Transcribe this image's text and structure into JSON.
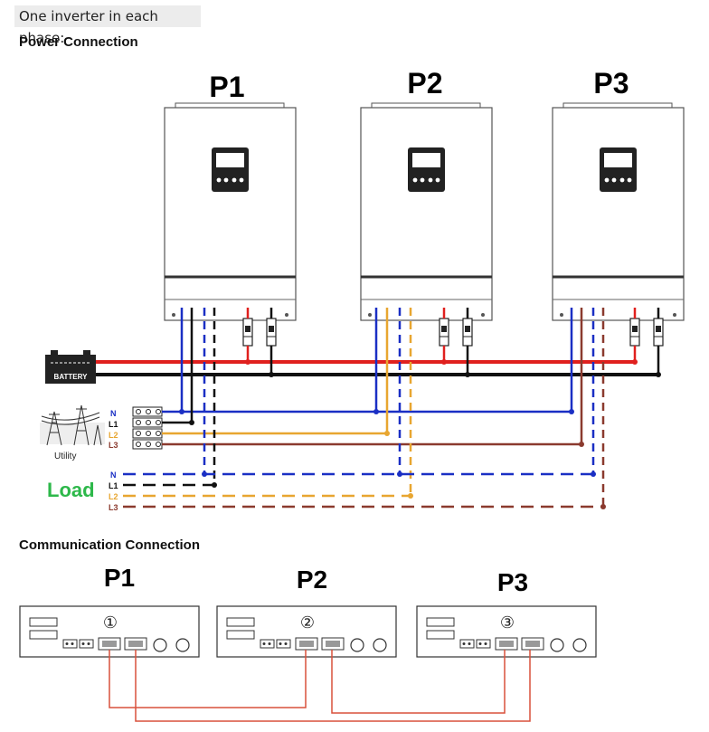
{
  "intro": "One inverter in each phase:",
  "power_title": "Power Connection",
  "comm_title": "Communication Connection",
  "inverters": [
    "P1",
    "P2",
    "P3"
  ],
  "comm_units": [
    {
      "label": "P1",
      "port": "①"
    },
    {
      "label": "P2",
      "port": "②"
    },
    {
      "label": "P3",
      "port": "③"
    }
  ],
  "battery_label": "BATTERY",
  "utility_label": "Utility",
  "load_label": "Load",
  "phase_lines": [
    "N",
    "L1",
    "L2",
    "L3"
  ],
  "colors": {
    "neutral": "#1a2fc4",
    "L1": "#111111",
    "L2": "#e8a630",
    "L3": "#8b3a2e",
    "battery_pos": "#e0201e",
    "battery_neg": "#111111",
    "comm_cable": "#d9503c",
    "load_text": "#2db84a"
  }
}
